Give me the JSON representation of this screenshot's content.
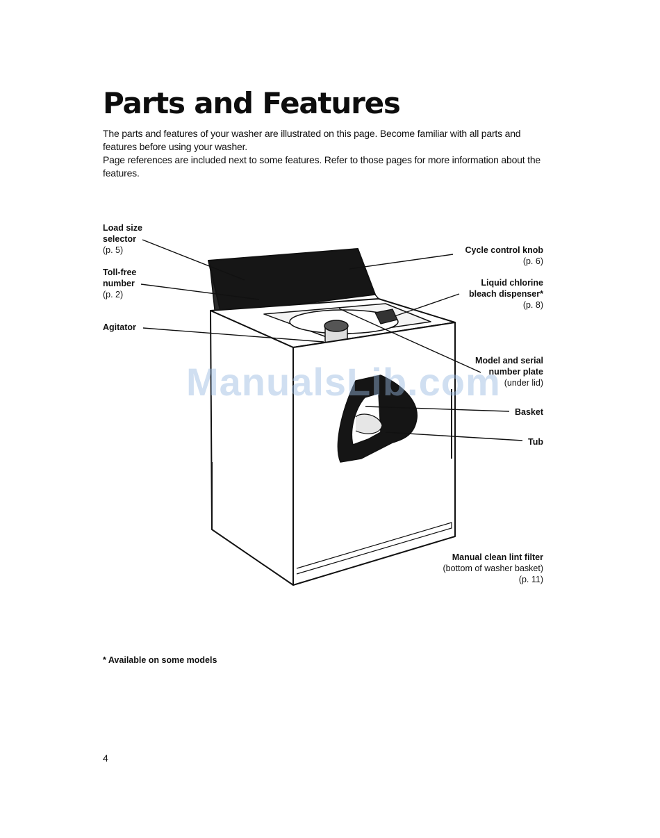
{
  "page": {
    "title": "Parts and Features",
    "intro": [
      "The parts and features of your washer are illustrated on this page. Become familiar with all parts and features before using your washer.",
      "Page references are included next to some features. Refer to those pages for more information about the features."
    ],
    "footnote": "* Available on some models",
    "page_number": "4",
    "watermark": "ManualsLib.com"
  },
  "labels": {
    "load_size": {
      "lines": [
        "Load size",
        "selector"
      ],
      "ref": "(p. 5)"
    },
    "toll_free": {
      "lines": [
        "Toll-free",
        "number"
      ],
      "ref": "(p. 2)"
    },
    "agitator": {
      "lines": [
        "Agitator"
      ]
    },
    "cycle_control": {
      "lines": [
        "Cycle control knob"
      ],
      "ref": "(p. 6)"
    },
    "bleach": {
      "lines": [
        "Liquid chlorine",
        "bleach dispenser*"
      ],
      "ref": "(p. 8)"
    },
    "model_serial": {
      "lines": [
        "Model and serial",
        "number plate"
      ],
      "ref": "(under lid)"
    },
    "basket": {
      "lines": [
        "Basket"
      ]
    },
    "tub": {
      "lines": [
        "Tub"
      ]
    },
    "lint_filter": {
      "lines": [
        "Manual clean lint filter"
      ],
      "sub": "(bottom of washer basket)",
      "ref": "(p. 11)"
    }
  }
}
